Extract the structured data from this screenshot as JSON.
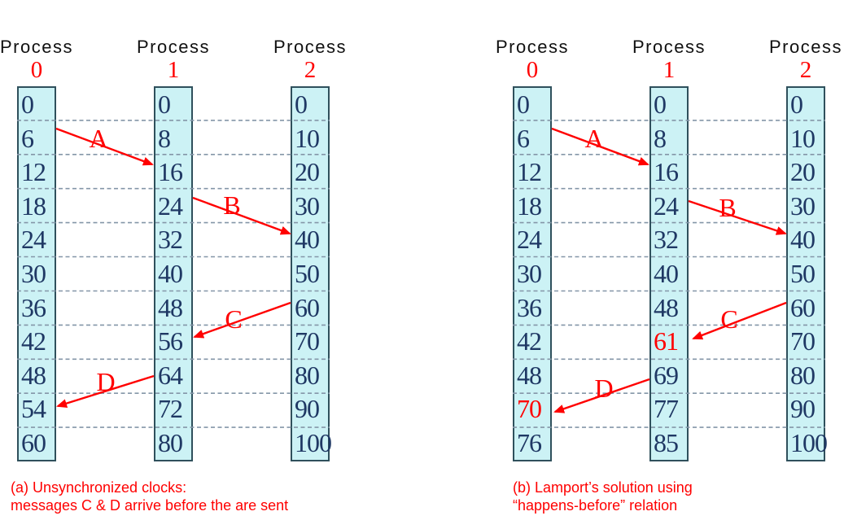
{
  "panels": [
    {
      "name": "a",
      "caption": {
        "line1": "(a) Unsynchronized clocks:",
        "line2": "messages C & D arrive before the are sent"
      },
      "processes": [
        {
          "label": "Process",
          "number": "0",
          "values": [
            "0",
            "6",
            "12",
            "18",
            "24",
            "30",
            "36",
            "42",
            "48",
            "54",
            "60"
          ]
        },
        {
          "label": "Process",
          "number": "1",
          "values": [
            "0",
            "8",
            "16",
            "24",
            "32",
            "40",
            "48",
            "56",
            "64",
            "72",
            "80"
          ]
        },
        {
          "label": "Process",
          "number": "2",
          "values": [
            "0",
            "10",
            "20",
            "30",
            "40",
            "50",
            "60",
            "70",
            "80",
            "90",
            "100"
          ]
        }
      ],
      "messages": [
        {
          "label": "A",
          "from_process": "0",
          "sent_at": "6",
          "to_process": "1",
          "arrives_at": "16"
        },
        {
          "label": "B",
          "from_process": "1",
          "sent_at": "24",
          "to_process": "2",
          "arrives_at": "40"
        },
        {
          "label": "C",
          "from_process": "2",
          "sent_at": "60",
          "to_process": "1",
          "arrives_at": "56"
        },
        {
          "label": "D",
          "from_process": "1",
          "sent_at": "64",
          "to_process": "0",
          "arrives_at": "54"
        }
      ]
    },
    {
      "name": "b",
      "caption": {
        "line1": "(b) Lamport’s solution using",
        "line2": "“happens-before” relation"
      },
      "processes": [
        {
          "label": "Process",
          "number": "0",
          "values": [
            "0",
            "6",
            "12",
            "18",
            "24",
            "30",
            "36",
            "42",
            "48",
            "70",
            "76"
          ],
          "red_value_indices": [
            9
          ]
        },
        {
          "label": "Process",
          "number": "1",
          "values": [
            "0",
            "8",
            "16",
            "24",
            "32",
            "40",
            "48",
            "61",
            "69",
            "77",
            "85"
          ],
          "red_value_indices": [
            7
          ]
        },
        {
          "label": "Process",
          "number": "2",
          "values": [
            "0",
            "10",
            "20",
            "30",
            "40",
            "50",
            "60",
            "70",
            "80",
            "90",
            "100"
          ],
          "red_value_indices": []
        }
      ],
      "messages": [
        {
          "label": "A",
          "from_process": "0",
          "sent_at": "6",
          "to_process": "1",
          "arrives_at": "16"
        },
        {
          "label": "B",
          "from_process": "1",
          "sent_at": "24",
          "to_process": "2",
          "arrives_at": "40"
        },
        {
          "label": "C",
          "from_process": "2",
          "sent_at": "60",
          "to_process": "1",
          "arrives_at": "61"
        },
        {
          "label": "D",
          "from_process": "1",
          "sent_at": "69",
          "to_process": "0",
          "arrives_at": "70"
        }
      ]
    }
  ],
  "colors": {
    "column_fill": "#CCF2F5",
    "column_border": "#2F505C",
    "clock_text": "#1F3864",
    "row_divider": "#8496A8",
    "accent_red": "#FF0000"
  }
}
